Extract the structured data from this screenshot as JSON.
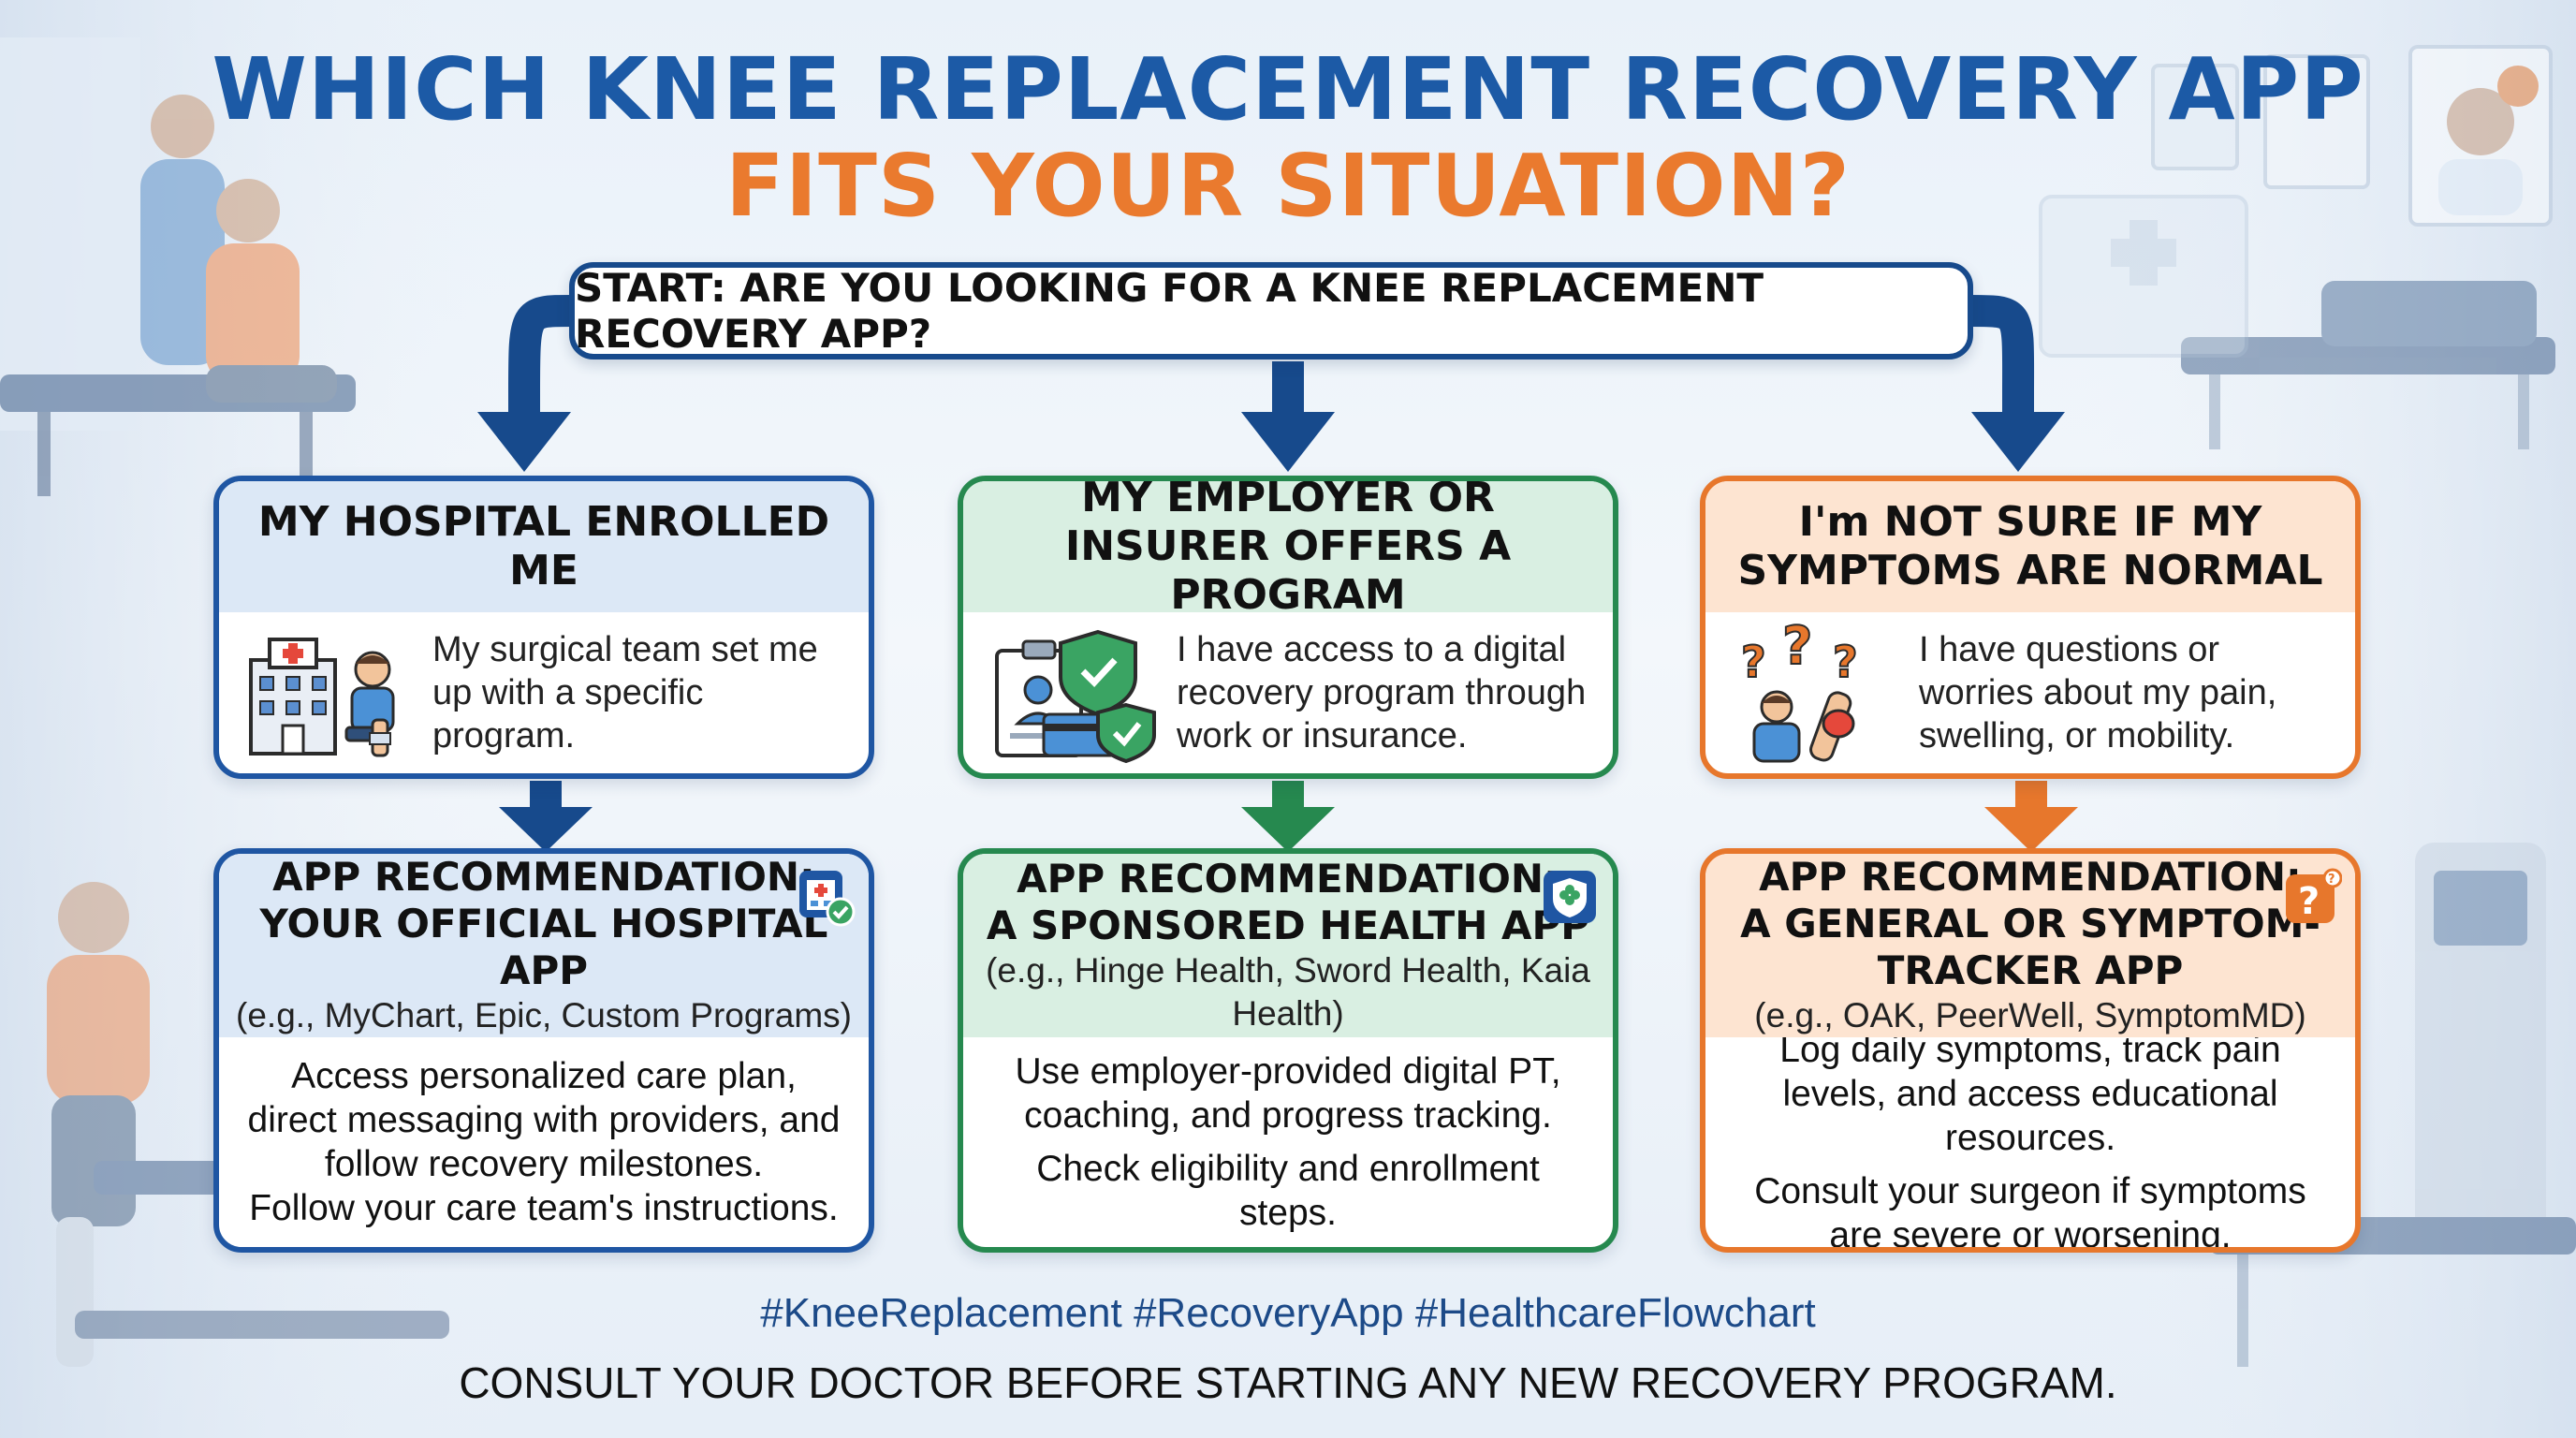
{
  "title": {
    "line1": "WHICH KNEE REPLACEMENT RECOVERY APP",
    "line2": "FITS YOUR SITUATION?"
  },
  "start": "START: ARE YOU LOOKING FOR A KNEE REPLACEMENT RECOVERY APP?",
  "colors": {
    "navy": "#174a8c",
    "blue": "#1f56a3",
    "green": "#26894f",
    "orange": "#e7772c",
    "title_orange": "#ea7a2e"
  },
  "branches": [
    {
      "theme": "blue",
      "question": "MY HOSPITAL ENROLLED ME",
      "question_desc": "My surgical team set me up with a specific program.",
      "icon": "hospital-patient-icon",
      "rec_label": "APP RECOMMENDATION:",
      "rec_title": "YOUR OFFICIAL HOSPITAL APP",
      "rec_examples": "(e.g., MyChart, Epic, Custom Programs)",
      "badge": "hospital-app-check-icon",
      "details": [
        "Access personalized care plan, direct messaging with providers, and follow recovery milestones.",
        "Follow your care team's instructions."
      ]
    },
    {
      "theme": "green",
      "question": "MY EMPLOYER OR INSURER OFFERS A PROGRAM",
      "question_desc": "I have access to a digital recovery program through work or insurance.",
      "icon": "insurance-shield-icon",
      "rec_label": "APP RECOMMENDATION:",
      "rec_title": "A SPONSORED HEALTH APP",
      "rec_examples": "(e.g., Hinge Health, Sword Health, Kaia Health)",
      "badge": "shield-cross-icon",
      "details": [
        "Use employer-provided digital PT, coaching, and progress tracking.",
        "Check eligibility and enrollment steps."
      ]
    },
    {
      "theme": "orange",
      "question": "I'm NOT SURE IF MY SYMPTOMS ARE NORMAL",
      "question_desc": "I have questions or worries about my pain, swelling, or mobility.",
      "icon": "question-marks-icon",
      "rec_label": "APP RECOMMENDATION:",
      "rec_title": "A GENERAL OR SYMPTOM-TRACKER APP",
      "rec_examples": "(e.g., OAK, PeerWell, SymptomMD)",
      "badge": "question-badge-icon",
      "details": [
        "Log daily symptoms, track pain levels, and access educational resources.",
        "Consult your surgeon if symptoms are severe or worsening."
      ]
    }
  ],
  "footer": {
    "hashtags": "#KneeReplacement #RecoveryApp #HealthcareFlowchart",
    "disclaimer": "CONSULT YOUR DOCTOR BEFORE STARTING ANY NEW RECOVERY PROGRAM."
  }
}
